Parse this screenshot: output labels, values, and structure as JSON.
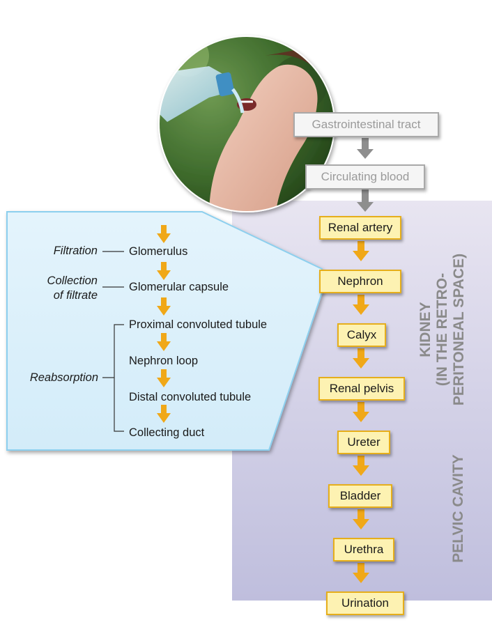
{
  "upper_flow": [
    "Gastrointestinal tract",
    "Circulating blood"
  ],
  "main_flow": [
    "Renal artery",
    "Nephron",
    "Calyx",
    "Renal pelvis",
    "Ureter",
    "Bladder",
    "Urethra",
    "Urination"
  ],
  "nephron_steps": [
    "Glomerulus",
    "Glomerular capsule",
    "Proximal convoluted tubule",
    "Nephron loop",
    "Distal convoluted tubule",
    "Collecting duct"
  ],
  "process_labels": {
    "filtration": "Filtration",
    "collection_line1": "Collection",
    "collection_line2": "of filtrate",
    "reabsorption": "Reabsorption"
  },
  "region_labels": {
    "kidney_line1": "KIDNEY",
    "kidney_line2": "(IN THE RETRO-",
    "kidney_line3": "PERITONEAL SPACE)",
    "pelvic": "PELVIC CAVITY"
  },
  "colors": {
    "arrow": "#f0a818",
    "box_fill": "#fdf2b2",
    "box_border": "#e6ae1b",
    "callout_fill": "#dcf0fb",
    "callout_border": "#8ccfee",
    "region_top": "#e4e1ef",
    "region_bottom": "#c2c1df"
  }
}
